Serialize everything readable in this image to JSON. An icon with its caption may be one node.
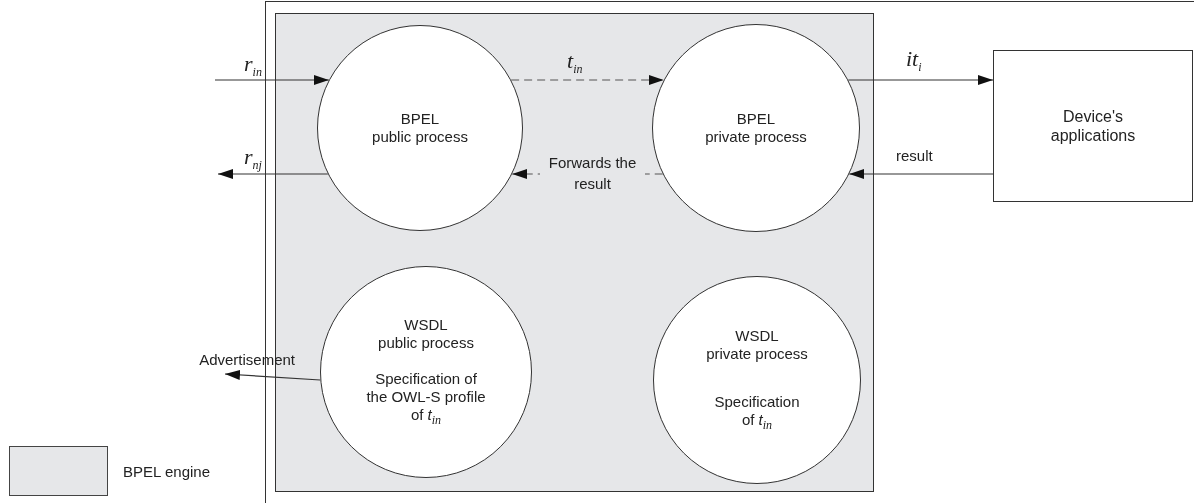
{
  "diagram": {
    "nodes": [
      {
        "text": [],
        "shape": "box"
      },
      {
        "text": [],
        "shape": "box",
        "in": 0
      },
      {
        "text": [
          "BPEL public process"
        ],
        "in": 1
      },
      {
        "text": [
          "BPEL private process"
        ],
        "in": 1
      },
      {
        "text": [
          "WSDL public process",
          "Specification of the OWL-S profile of *t*$_{in}$"
        ],
        "in": 1
      },
      {
        "text": [
          "WSDL private process",
          "Specification of *t*$_{in}$"
        ],
        "in": 1
      },
      {
        "text": [
          "Device's applications"
        ],
        "in": 0
      },
      {
        "text": [
          "Advertisement"
        ]
      }
    ],
    "edges": [
      {
        "from": null,
        "to": 2,
        "arrow": "to",
        "label": "r$_{in}$"
      },
      {
        "from": 2,
        "to": null,
        "arrow": "to",
        "label": "r$_{nj}$"
      },
      {
        "from": 2,
        "to": 3,
        "arrow": "to",
        "label": "t$_{in}$",
        "style": "dashed"
      },
      {
        "from": 3,
        "to": 2,
        "arrow": "to",
        "label": "Forwards the result",
        "style": "dashed"
      },
      {
        "from": 3,
        "to": 6,
        "arrow": "to",
        "label": "it$_{i}$"
      },
      {
        "from": 6,
        "to": 3,
        "arrow": "to",
        "label": "result"
      },
      {
        "from": 4,
        "to": 7,
        "arrow": "to"
      }
    ],
    "legend": [
      {
        "text": "BPEL engine",
        "color": "#e6e7e9"
      }
    ]
  }
}
